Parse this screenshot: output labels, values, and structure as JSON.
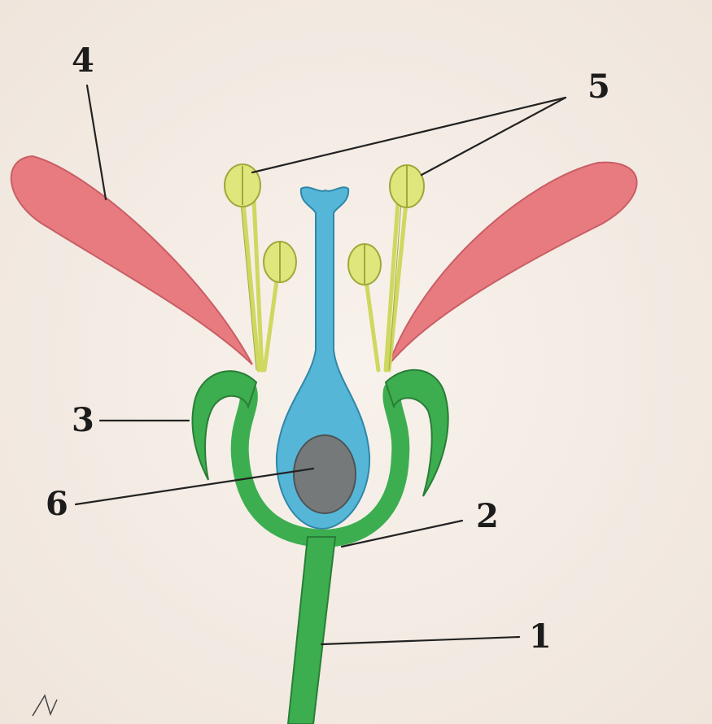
{
  "diagram": {
    "labels": {
      "stem": "1",
      "receptacle": "2",
      "sepal": "3",
      "petal": "4",
      "stamens": "5",
      "ovary": "6"
    },
    "colors": {
      "paper": "#f7f1ea",
      "stem": "#3cae4f",
      "stem_outline": "#2a7d37",
      "petal": "#e77b80",
      "pistil": "#56b6d8",
      "pistil_outline": "#2f87a8",
      "ovule": "#75797a",
      "anther": "#dfe77c",
      "filament": "#cfd85f",
      "ink": "#1c1c1c"
    }
  }
}
